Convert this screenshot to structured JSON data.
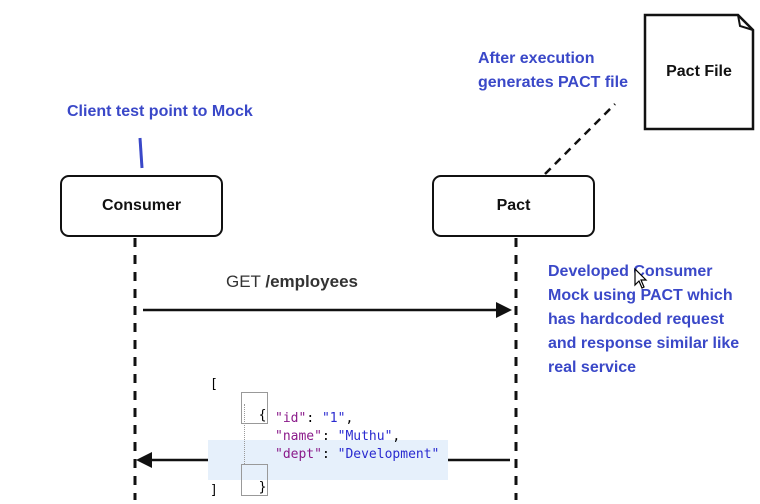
{
  "notes": {
    "client": "Client test point to Mock",
    "after_line1": "After execution",
    "after_line2": "generates PACT file",
    "developed": [
      "Developed Consumer",
      "Mock using PACT which",
      "has hardcoded request",
      "and response similar like",
      "real service"
    ]
  },
  "participants": {
    "consumer": "Consumer",
    "pact": "Pact"
  },
  "pact_file": "Pact File",
  "request": {
    "method": "GET",
    "path": "/employees"
  },
  "response_json": {
    "open_bracket": "[",
    "open_brace": "{",
    "fields": [
      {
        "key": "\"id\"",
        "sep": ": ",
        "value": "\"1\"",
        "end": ","
      },
      {
        "key": "\"name\"",
        "sep": ": ",
        "value": "\"Muthu\"",
        "end": ","
      },
      {
        "key": "\"dept\"",
        "sep": ": ",
        "value": "\"Development\"",
        "end": ""
      }
    ],
    "close_brace": "}",
    "close_bracket": "]"
  },
  "colors": {
    "note_text": "#3a48c8",
    "json_key": "#8a1a8a",
    "json_value": "#2a2ad0",
    "line": "#111111",
    "selection_highlight": "#e6f0fb"
  }
}
